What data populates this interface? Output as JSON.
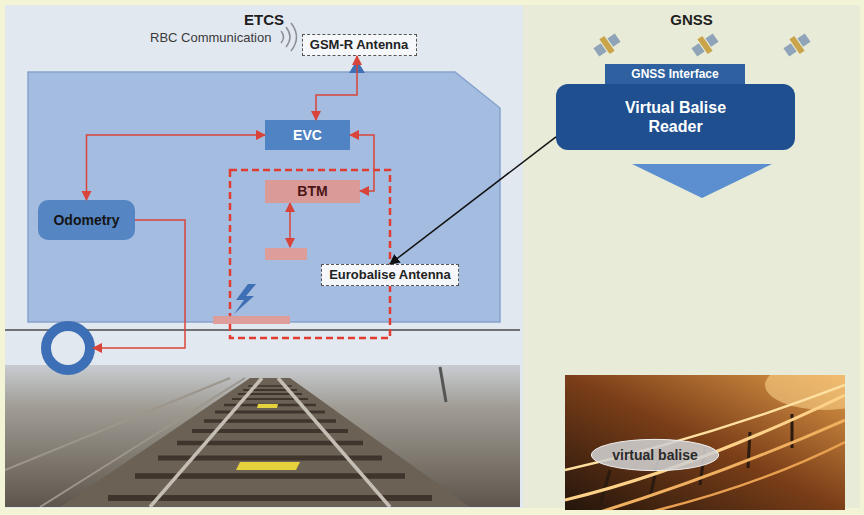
{
  "diagram": {
    "nodes": [
      {
        "text": [
          "ETCS"
        ]
      },
      {
        "text": [
          "GSM-R Antenna"
        ],
        "in": 0
      },
      {
        "text": [
          "EVC"
        ],
        "in": 0
      },
      {
        "text": [
          "BTM"
        ],
        "in": 0
      },
      {
        "text": [
          "Odometry"
        ],
        "in": 0
      },
      {
        "text": [
          "Eurobalise Antenna"
        ],
        "in": 0
      },
      {
        "text": [
          "GNSS"
        ]
      },
      {
        "text": [
          "GNSS Interface"
        ],
        "in": 6
      },
      {
        "text": [
          "Virtual Balise Reader"
        ],
        "in": 6
      },
      {
        "text": [
          "virtual balise"
        ],
        "in": 6
      }
    ],
    "edges": [
      {
        "from": 1,
        "to": 2,
        "arrow": "both"
      },
      {
        "from": 2,
        "to": 3,
        "arrow": "both"
      },
      {
        "from": 2,
        "to": 4,
        "arrow": "both"
      },
      {
        "from": 8,
        "to": 5,
        "arrow": "to"
      }
    ],
    "labels": [
      "RBC Communication"
    ]
  }
}
